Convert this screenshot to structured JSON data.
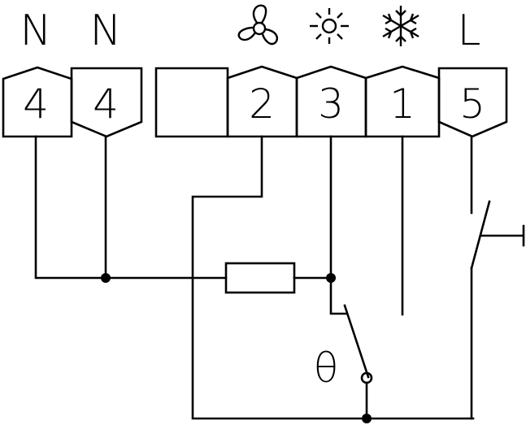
{
  "colors": {
    "line": "#000000",
    "background": "#ffffff"
  },
  "labels": {
    "neutral_1": "N",
    "neutral_2": "N",
    "live": "L",
    "thermostat": "θ"
  },
  "icons": {
    "fan": "fan-icon",
    "heat": "sun-icon",
    "cool": "snowflake-icon"
  },
  "terminals": [
    {
      "id": "t-n1",
      "number": "4"
    },
    {
      "id": "t-n2",
      "number": "4"
    },
    {
      "id": "t-blank",
      "number": ""
    },
    {
      "id": "t-fan",
      "number": "2"
    },
    {
      "id": "t-heat",
      "number": "3"
    },
    {
      "id": "t-cool",
      "number": "1"
    },
    {
      "id": "t-live",
      "number": "5"
    }
  ]
}
